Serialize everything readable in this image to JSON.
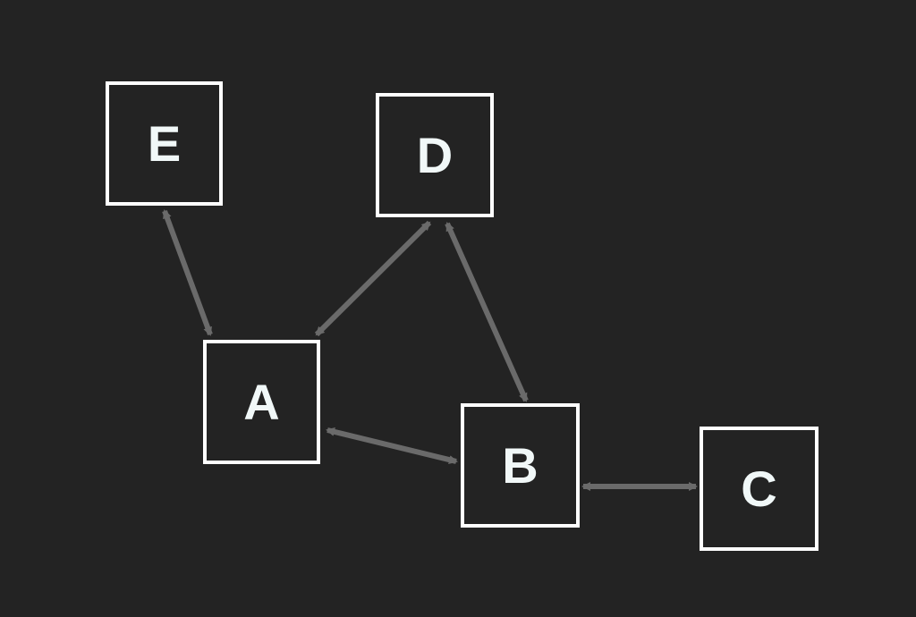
{
  "colors": {
    "background": "#232323",
    "node_border": "#ffffff",
    "node_text": "#f1f8f8",
    "edge": "#6a6a6a"
  },
  "nodes": [
    {
      "id": "E",
      "label": "E"
    },
    {
      "id": "D",
      "label": "D"
    },
    {
      "id": "A",
      "label": "A"
    },
    {
      "id": "B",
      "label": "B"
    },
    {
      "id": "C",
      "label": "C"
    }
  ],
  "edges": [
    {
      "from": "E",
      "to": "A",
      "direction": "bidirectional"
    },
    {
      "from": "A",
      "to": "D",
      "direction": "bidirectional"
    },
    {
      "from": "D",
      "to": "B",
      "direction": "bidirectional"
    },
    {
      "from": "A",
      "to": "B",
      "direction": "bidirectional"
    },
    {
      "from": "B",
      "to": "C",
      "direction": "bidirectional"
    }
  ]
}
